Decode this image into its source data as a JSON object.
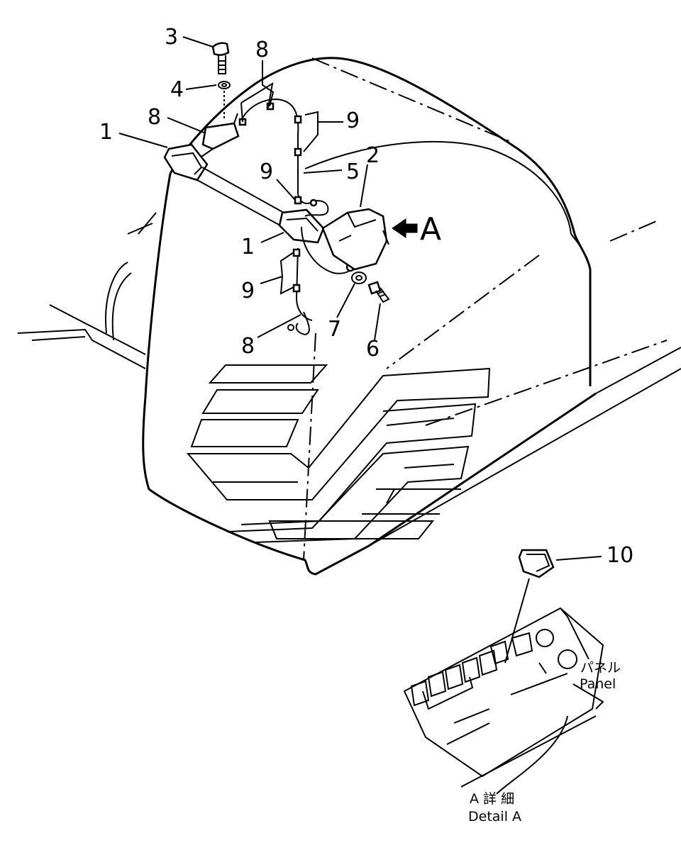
{
  "labels": {
    "part_1_upper": "1",
    "part_1_lower": "1",
    "part_2": "2",
    "part_3": "3",
    "part_4": "4",
    "part_5": "5",
    "part_6": "6",
    "part_7": "7",
    "part_8_top": "8",
    "part_8_mid": "8",
    "part_8_bottom": "8",
    "part_9_top": "9",
    "part_9_mid": "9",
    "part_9_bottom": "9",
    "part_10": "10",
    "view_arrow": "A"
  },
  "captions": {
    "panel_jp": "パネル",
    "panel_en": "Panel",
    "detail_jp": "A 詳 細",
    "detail_en": "Detail A"
  }
}
